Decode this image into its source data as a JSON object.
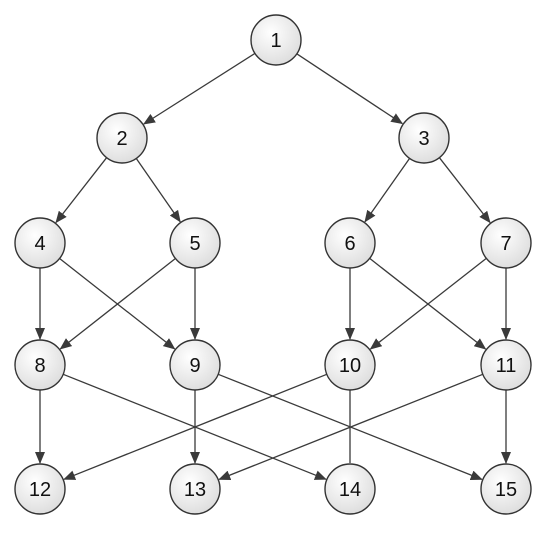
{
  "diagram": {
    "nodes": [
      {
        "id": "1",
        "label": "1"
      },
      {
        "id": "2",
        "label": "2"
      },
      {
        "id": "3",
        "label": "3"
      },
      {
        "id": "4",
        "label": "4"
      },
      {
        "id": "5",
        "label": "5"
      },
      {
        "id": "6",
        "label": "6"
      },
      {
        "id": "7",
        "label": "7"
      },
      {
        "id": "8",
        "label": "8"
      },
      {
        "id": "9",
        "label": "9"
      },
      {
        "id": "10",
        "label": "10"
      },
      {
        "id": "11",
        "label": "11"
      },
      {
        "id": "12",
        "label": "12"
      },
      {
        "id": "13",
        "label": "13"
      },
      {
        "id": "14",
        "label": "14"
      },
      {
        "id": "15",
        "label": "15"
      }
    ],
    "edges": [
      {
        "from": "1",
        "to": "2",
        "arrow": true
      },
      {
        "from": "1",
        "to": "3",
        "arrow": true
      },
      {
        "from": "2",
        "to": "4",
        "arrow": true
      },
      {
        "from": "2",
        "to": "5",
        "arrow": true
      },
      {
        "from": "3",
        "to": "6",
        "arrow": true
      },
      {
        "from": "3",
        "to": "7",
        "arrow": true
      },
      {
        "from": "4",
        "to": "8",
        "arrow": true
      },
      {
        "from": "4",
        "to": "9",
        "arrow": true
      },
      {
        "from": "5",
        "to": "8",
        "arrow": true
      },
      {
        "from": "5",
        "to": "9",
        "arrow": true
      },
      {
        "from": "6",
        "to": "10",
        "arrow": true
      },
      {
        "from": "6",
        "to": "11",
        "arrow": true
      },
      {
        "from": "7",
        "to": "10",
        "arrow": true
      },
      {
        "from": "7",
        "to": "11",
        "arrow": true
      },
      {
        "from": "8",
        "to": "12",
        "arrow": true
      },
      {
        "from": "8",
        "to": "14",
        "arrow": true
      },
      {
        "from": "9",
        "to": "13",
        "arrow": true
      },
      {
        "from": "9",
        "to": "15",
        "arrow": true
      },
      {
        "from": "10",
        "to": "12",
        "arrow": true
      },
      {
        "from": "10",
        "to": "14",
        "arrow": false
      },
      {
        "from": "11",
        "to": "13",
        "arrow": true
      },
      {
        "from": "11",
        "to": "15",
        "arrow": true
      }
    ],
    "colors": {
      "node_fill_center": "#ffffff",
      "node_fill_edge": "#dcdcdc",
      "node_stroke": "#333333",
      "edge_stroke": "#3a3a3a"
    }
  }
}
